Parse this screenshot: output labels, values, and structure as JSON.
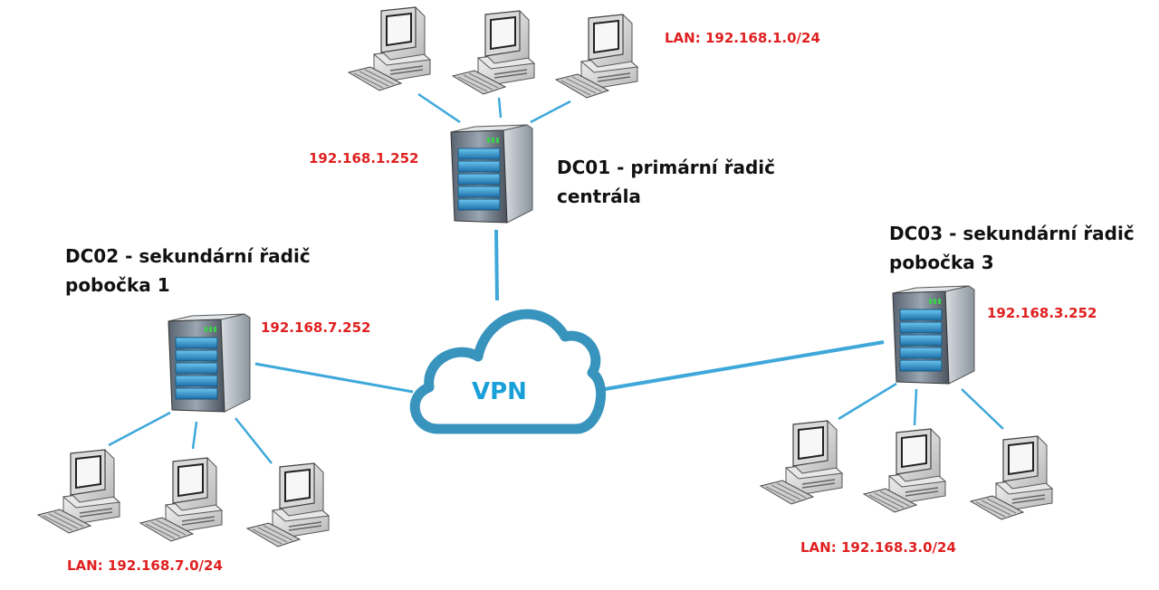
{
  "colors": {
    "link": "#3ea8da",
    "cloud_stroke": "#3994bd",
    "ip_text": "#e02020",
    "vpn_text": "#1aa0d8"
  },
  "cloud": {
    "label": "VPN",
    "icon": "cloud-icon"
  },
  "sites": {
    "central": {
      "title_line1": "DC01 - primární řadič",
      "title_line2": "centrála",
      "server_ip": "192.168.1.252",
      "lan": "LAN: 192.168.1.0/24",
      "server_icon": "server-icon",
      "workstation_icon": "workstation-icon"
    },
    "branch1": {
      "title_line1": "DC02 - sekundární řadič",
      "title_line2": "pobočka 1",
      "server_ip": "192.168.7.252",
      "lan": "LAN: 192.168.7.0/24",
      "server_icon": "server-icon",
      "workstation_icon": "workstation-icon"
    },
    "branch3": {
      "title_line1": "DC03 - sekundární řadič",
      "title_line2": "pobočka 3",
      "server_ip": "192.168.3.252",
      "lan": "LAN: 192.168.3.0/24",
      "server_icon": "server-icon",
      "workstation_icon": "workstation-icon"
    }
  }
}
